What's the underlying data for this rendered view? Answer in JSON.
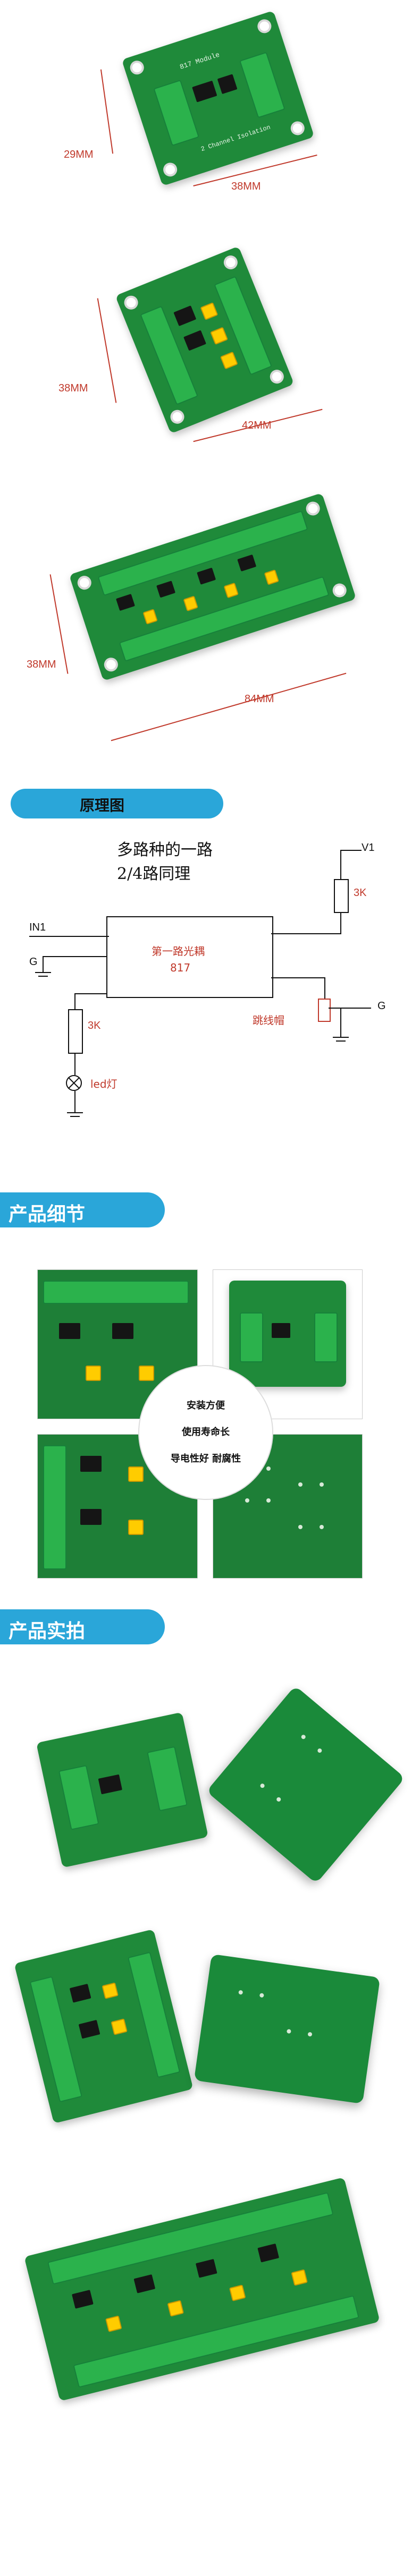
{
  "dimensions": {
    "board1_height": "29MM",
    "board1_width": "38MM",
    "board2_height": "38MM",
    "board2_width": "42MM",
    "board3_height": "38MM",
    "board3_width": "84MM"
  },
  "board_labels": {
    "module": "817 Module",
    "channel": "2 Channel Isolation"
  },
  "section_schematic": {
    "title": "原理图",
    "desc_line1": "多路种的一路",
    "desc_line2": "2/4路同理",
    "v1": "V1",
    "r_top": "3K",
    "in1": "IN1",
    "g_left": "G",
    "opto_title": "第一路光耦",
    "opto_part": "817",
    "g_right": "G",
    "jumper": "跳线帽",
    "r_left": "3K",
    "led": "led灯"
  },
  "section_details": {
    "title": "产品细节",
    "feature1": "安装方便",
    "feature2": "使用寿命长",
    "feature3": "导电性好  耐腐性"
  },
  "section_photos": {
    "title": "产品实拍"
  },
  "colors": {
    "accent": "#2aa6d9",
    "board_green": "#1f8a3a",
    "dimension_red": "#c0392b"
  }
}
